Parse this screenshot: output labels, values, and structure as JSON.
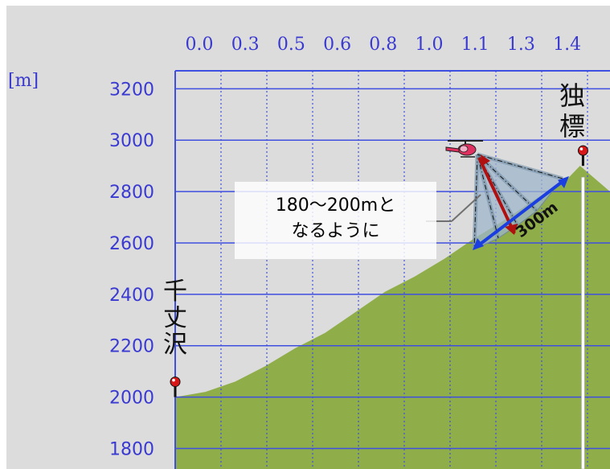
{
  "chart_data": {
    "type": "area",
    "title": "",
    "ylabel": "[m]",
    "xlabel": "",
    "x_tick_labels": [
      "0.0",
      "0.3",
      "0.5",
      "0.6",
      "0.8",
      "1.0",
      "1.1",
      "1.3",
      "1.4"
    ],
    "y_ticks": [
      1800,
      2000,
      2200,
      2400,
      2600,
      2800,
      3000,
      3200
    ],
    "ylim": [
      1720,
      3270
    ],
    "xlim": [
      0.0,
      1.45
    ],
    "grid": true,
    "series": [
      {
        "x": [
          0.0,
          0.1,
          0.2,
          0.3,
          0.4,
          0.5,
          0.6,
          0.7,
          0.8,
          0.9,
          1.0,
          1.1,
          1.2,
          1.3,
          1.35,
          1.4,
          1.45
        ],
        "values": [
          2000,
          2020,
          2060,
          2120,
          2190,
          2250,
          2330,
          2410,
          2470,
          2540,
          2620,
          2690,
          2770,
          2840,
          2900,
          2850,
          2800
        ]
      }
    ],
    "points": [
      {
        "name": "千丈沢",
        "x": 0.0,
        "y": 2000
      },
      {
        "name": "独標",
        "x": 1.36,
        "y": 2900
      }
    ],
    "annotations": [
      {
        "text_line1": "180〜200mと",
        "text_line2": "なるように"
      },
      {
        "text": "300m"
      }
    ],
    "colors": {
      "terrain": "#8fae4a",
      "grid": "#3f4fe0",
      "tick_text": "#3a3ad0",
      "fan_fill": "#9fb6cc",
      "arrow_blue": "#1a3ee0",
      "arrow_red": "#b01010",
      "helicopter": "#e03060",
      "marker": "#d81818"
    }
  },
  "labels": {
    "unit": "[m]",
    "callout_line1": "180〜200mと",
    "callout_line2": "なるように",
    "distance": "300m",
    "start_point": "千丈沢",
    "end_point": "独標"
  },
  "icons": [
    "helicopter-icon",
    "location-marker-icon"
  ]
}
